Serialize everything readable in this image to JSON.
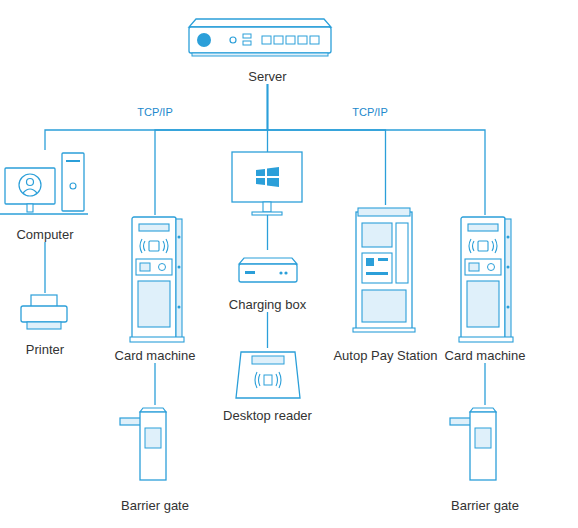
{
  "diagram": {
    "nodes": [
      {
        "text": [
          "Server"
        ]
      },
      {
        "text": [
          "Computer"
        ]
      },
      {
        "text": [
          "Card machine"
        ]
      },
      {
        "text": [
          "Charging box"
        ]
      },
      {
        "text": [
          "Autop Pay Station"
        ]
      },
      {
        "text": [
          "Card machine"
        ]
      },
      {
        "text": [
          "Printer"
        ]
      },
      {
        "text": [
          "Desktop reader"
        ]
      },
      {
        "text": [
          "Barrier gate"
        ]
      },
      {
        "text": [
          "Barrier gate"
        ]
      }
    ],
    "edges": [
      {
        "from": 0,
        "to": 1,
        "arrow": "none"
      },
      {
        "from": 0,
        "to": 2,
        "arrow": "none"
      },
      {
        "from": 0,
        "to": 3,
        "arrow": "none"
      },
      {
        "from": 0,
        "to": 4,
        "arrow": "none"
      },
      {
        "from": 0,
        "to": 5,
        "arrow": "none"
      },
      {
        "from": 1,
        "to": 6,
        "arrow": "none"
      },
      {
        "from": 2,
        "to": 8,
        "arrow": "none"
      },
      {
        "from": 3,
        "to": 7,
        "arrow": "none"
      },
      {
        "from": 5,
        "to": 9,
        "arrow": "none"
      }
    ],
    "labels": [
      "TCP/IP",
      "TCP/IP"
    ]
  }
}
